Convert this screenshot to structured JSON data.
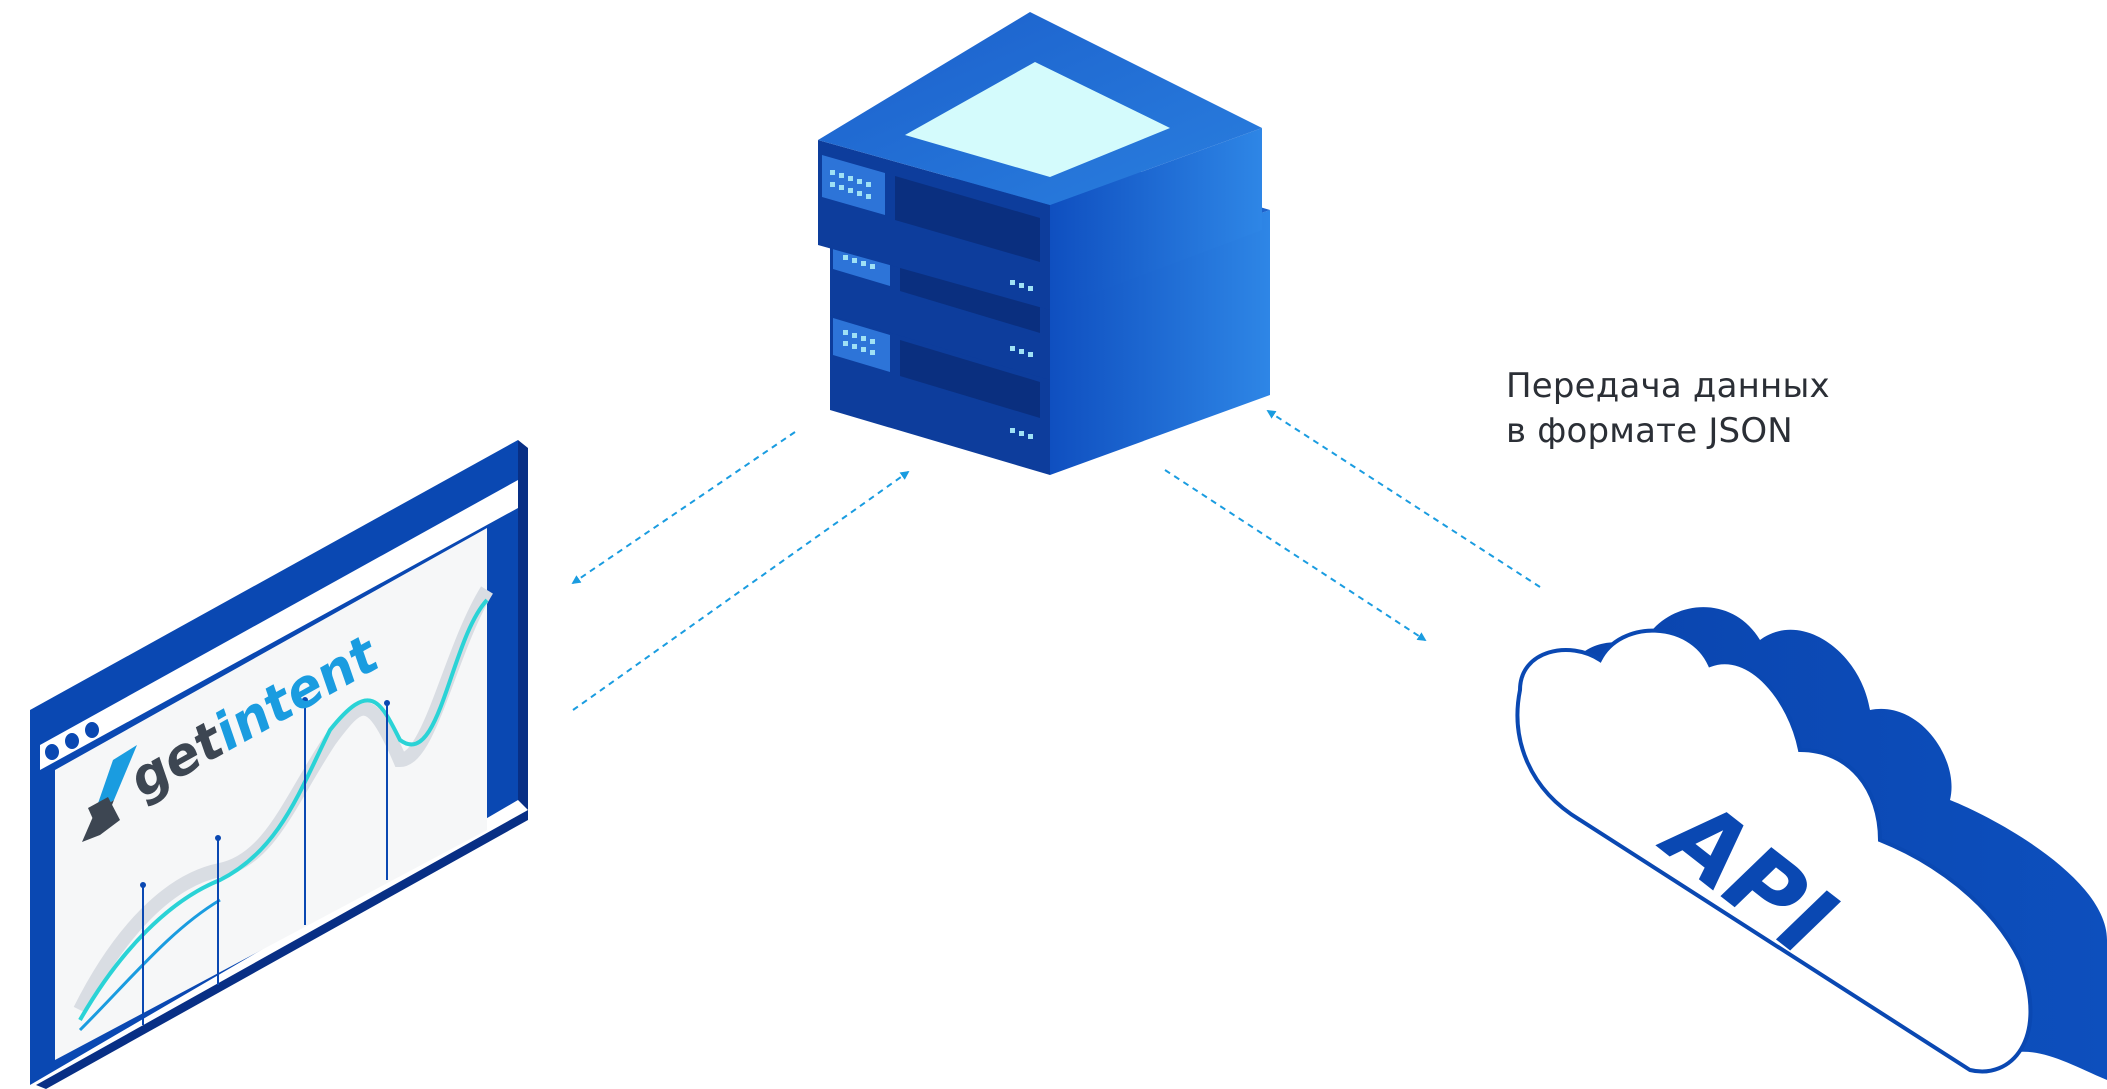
{
  "caption": {
    "line1": "Передача данных",
    "line2": "в формате JSON"
  },
  "browser": {
    "logo_prefix": "get",
    "logo_accent": "intent"
  },
  "cloud": {
    "label": "API"
  },
  "colors": {
    "primary_blue": "#0a48b2",
    "dark_blue": "#082f85",
    "mid_blue": "#1f6ad6",
    "light_blue": "#2f84e4",
    "screen_cyan": "#d4fbfc",
    "arrow_blue": "#1a9ce0",
    "teal_line": "#2ad3d6",
    "text_dark": "#2b2f36"
  },
  "icons": [
    "server-stack-icon",
    "browser-window-icon",
    "api-cloud-icon",
    "getintent-logo-icon"
  ]
}
